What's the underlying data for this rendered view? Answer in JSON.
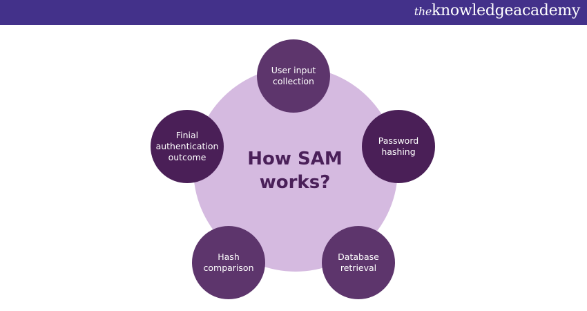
{
  "header": {
    "brand_prefix": "the",
    "brand_name": "knowledgeacademy",
    "color": "#43318a"
  },
  "diagram": {
    "title": "How SAM works?",
    "title_line1": "How SAM",
    "title_line2": "works?",
    "steps": [
      {
        "label": "User input collection",
        "position": "top"
      },
      {
        "label": "Password hashing",
        "position": "right"
      },
      {
        "label": "Database retrieval",
        "position": "bottom-right"
      },
      {
        "label": "Hash comparison",
        "position": "bottom-left"
      },
      {
        "label": "Finial authentication outcome",
        "position": "left"
      }
    ],
    "colors": {
      "center": "#d5bae0",
      "node": "#5d356c",
      "node_dark": "#4a1f57",
      "title": "#4a2059"
    }
  }
}
